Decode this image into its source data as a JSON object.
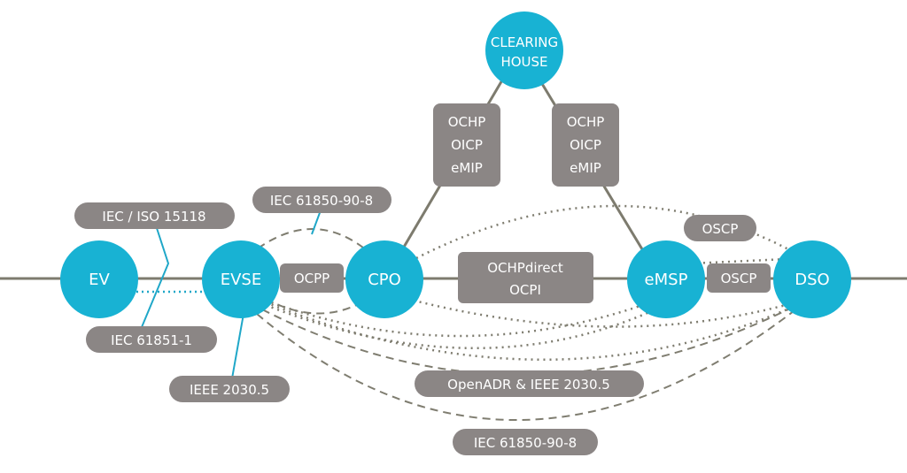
{
  "colors": {
    "node": "#18b2d3",
    "box": "#8b8685",
    "line": "#7d7b6e",
    "dash": "#7f7d70",
    "dotted_blue": "#1fa7c8",
    "text_light": "#ffffff"
  },
  "nodes": {
    "clearing_house": [
      "CLEARING",
      "HOUSE"
    ],
    "ev": "EV",
    "evse": "EVSE",
    "cpo": "CPO",
    "emsp": "eMSP",
    "dso": "DSO"
  },
  "labels": {
    "ch_cpo": [
      "OCHP",
      "OICP",
      "eMIP"
    ],
    "ch_emsp": [
      "OCHP",
      "OICP",
      "eMIP"
    ],
    "iec_61850_top": "IEC 61850-90-8",
    "iec_iso_15118": "IEC / ISO 15118",
    "ocpp": "OCPP",
    "cpo_emsp": [
      "OCHPdirect",
      "OCPI"
    ],
    "oscp_top": "OSCP",
    "oscp_mid": "OSCP",
    "iec_61851": "IEC 61851-1",
    "ieee_2030_5": "IEEE 2030.5",
    "openadr": "OpenADR  &  IEEE 2030.5",
    "iec_61850_bottom": "IEC 61850-90-8"
  }
}
